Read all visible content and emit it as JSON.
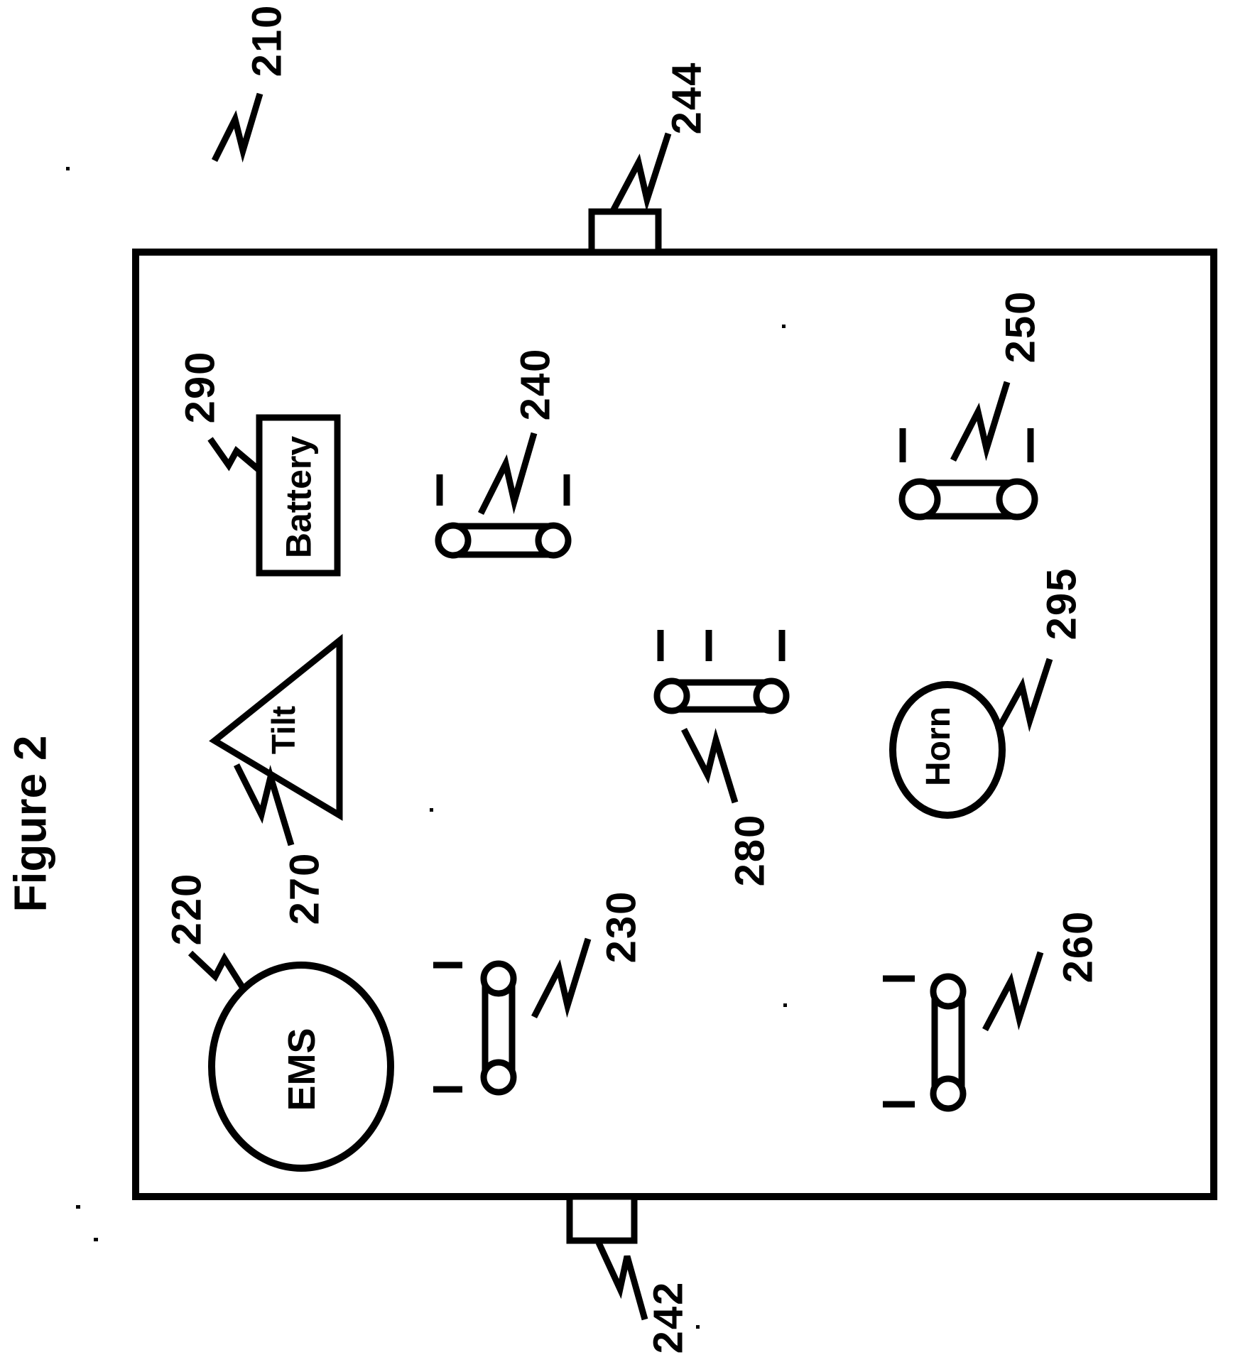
{
  "colors": {
    "ink": "#000000",
    "paper": "#ffffff"
  },
  "figure": {
    "title": "Figure 2"
  },
  "components": {
    "housing": {
      "ref": "210"
    },
    "ems": {
      "label": "EMS",
      "ref": "220"
    },
    "switch_230": {
      "ref": "230"
    },
    "switch_240": {
      "ref": "240"
    },
    "connector_bottom": {
      "ref": "242"
    },
    "connector_top": {
      "ref": "244"
    },
    "switch_250": {
      "ref": "250"
    },
    "switch_260": {
      "ref": "260"
    },
    "tilt": {
      "label": "Tilt",
      "ref": "270"
    },
    "switch_280": {
      "ref": "280"
    },
    "battery": {
      "label": "Battery",
      "ref": "290"
    },
    "horn": {
      "label": "Horn",
      "ref": "295"
    }
  }
}
